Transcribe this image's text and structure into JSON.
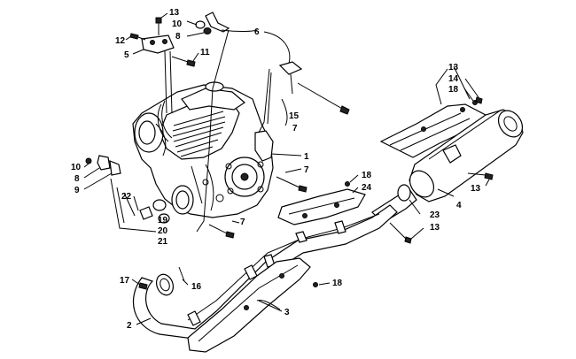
{
  "callouts": [
    {
      "id": "c13a",
      "text": "13"
    },
    {
      "id": "c10a",
      "text": "10"
    },
    {
      "id": "c8a",
      "text": "8"
    },
    {
      "id": "c12",
      "text": "12"
    },
    {
      "id": "c5",
      "text": "5"
    },
    {
      "id": "c11",
      "text": "11"
    },
    {
      "id": "c6",
      "text": "6"
    },
    {
      "id": "c15",
      "text": "15"
    },
    {
      "id": "c7a",
      "text": "7"
    },
    {
      "id": "c13b",
      "text": "13"
    },
    {
      "id": "c14",
      "text": "14"
    },
    {
      "id": "c18a",
      "text": "18"
    },
    {
      "id": "c1",
      "text": "1"
    },
    {
      "id": "c7b",
      "text": "7"
    },
    {
      "id": "c10b",
      "text": "10"
    },
    {
      "id": "c8b",
      "text": "8"
    },
    {
      "id": "c9",
      "text": "9"
    },
    {
      "id": "c22",
      "text": "22"
    },
    {
      "id": "c19",
      "text": "19"
    },
    {
      "id": "c20",
      "text": "20"
    },
    {
      "id": "c21",
      "text": "21"
    },
    {
      "id": "c7c",
      "text": "7"
    },
    {
      "id": "c18b",
      "text": "18"
    },
    {
      "id": "c24",
      "text": "24"
    },
    {
      "id": "c13c",
      "text": "13"
    },
    {
      "id": "c4",
      "text": "4"
    },
    {
      "id": "c23",
      "text": "23"
    },
    {
      "id": "c13d",
      "text": "13"
    },
    {
      "id": "c17",
      "text": "17"
    },
    {
      "id": "c16",
      "text": "16"
    },
    {
      "id": "c18c",
      "text": "18"
    },
    {
      "id": "c2",
      "text": "2"
    },
    {
      "id": "c3",
      "text": "3"
    }
  ]
}
